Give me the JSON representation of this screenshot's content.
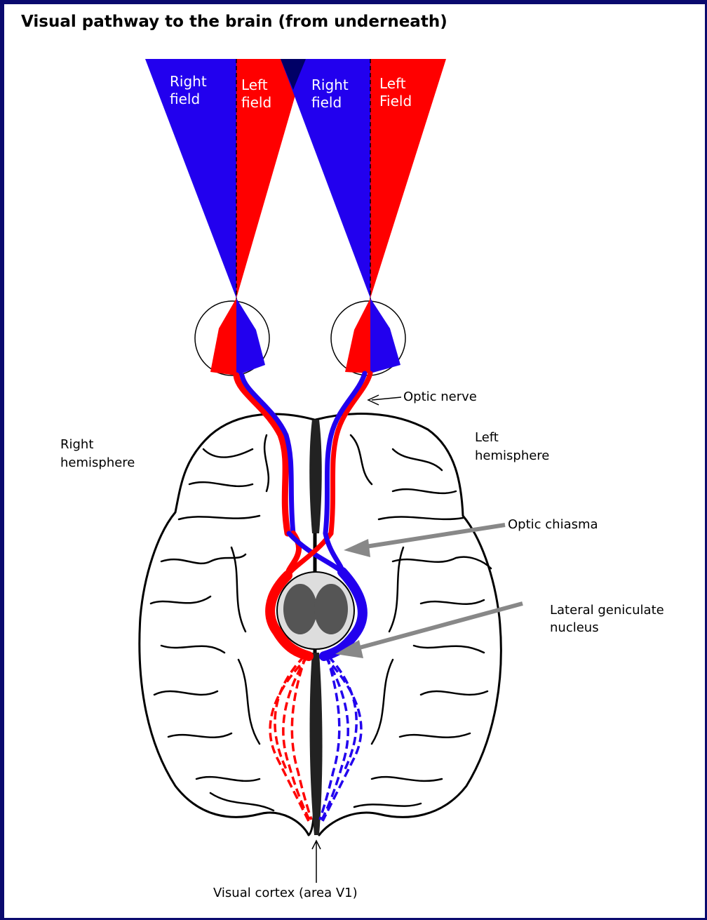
{
  "title": "Visual pathway to the brain (from underneath)",
  "colors": {
    "frame": "#0a0a6e",
    "right_field": "#2200ee",
    "left_field": "#ff0000",
    "overlap": "#000066",
    "pointer": "#888888"
  },
  "field_labels": {
    "right_eye_right_field": [
      "Right",
      "field"
    ],
    "right_eye_left_field": [
      "Left",
      "field"
    ],
    "left_eye_right_field": [
      "Right",
      "field"
    ],
    "left_eye_left_field": [
      "Left",
      "Field"
    ]
  },
  "labels": {
    "right_hemisphere": [
      "Right",
      "hemisphere"
    ],
    "left_hemisphere": [
      "Left",
      "hemisphere"
    ],
    "optic_nerve": "Optic nerve",
    "optic_chiasma": "Optic chiasma",
    "lgn": [
      "Lateral geniculate",
      "nucleus"
    ],
    "visual_cortex": "Visual cortex (area V1)"
  }
}
